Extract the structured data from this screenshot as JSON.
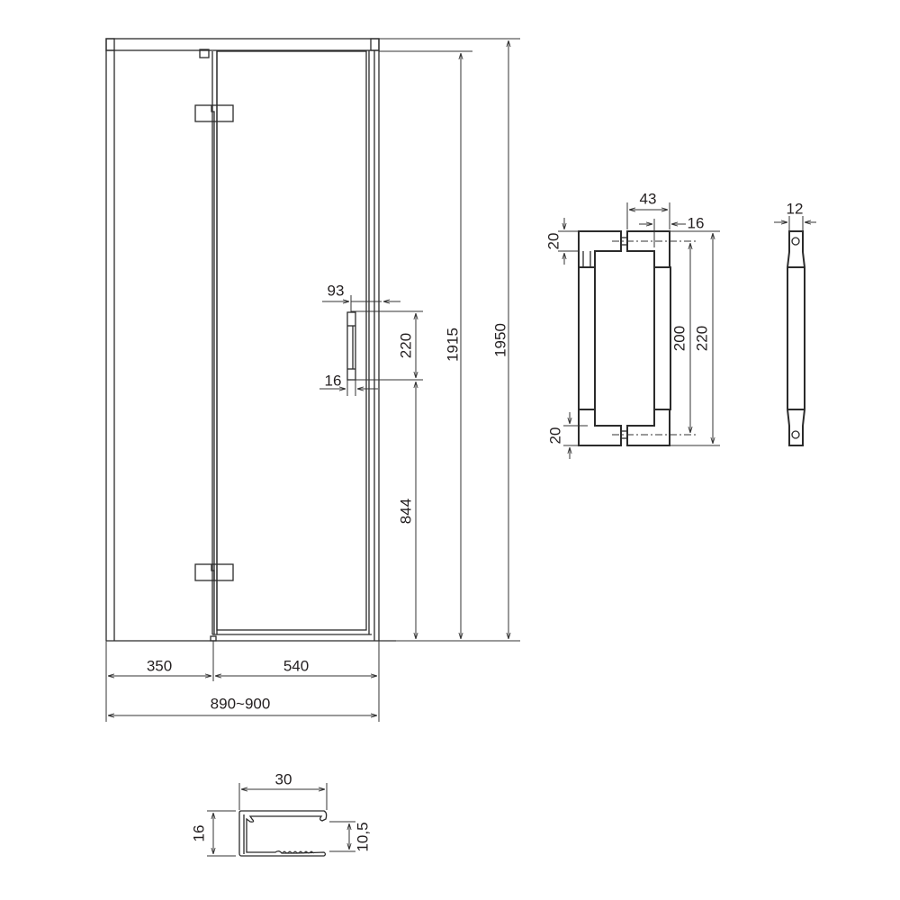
{
  "main_view": {
    "dimensions": {
      "total_height": "1950",
      "door_height": "1915",
      "handle_position": "844",
      "handle_length": "220",
      "handle_offset": "93",
      "handle_depth": "16",
      "fixed_panel_width": "350",
      "door_width": "540",
      "total_width": "890~900"
    }
  },
  "handle_detail": {
    "dimensions": {
      "width": "43",
      "bar_depth": "16",
      "top_mount": "20",
      "bottom_mount": "20",
      "center_spacing": "200",
      "total_length": "220",
      "side_width": "12"
    }
  },
  "profile_detail": {
    "dimensions": {
      "width": "30",
      "height": "16",
      "inner_height": "10,5"
    }
  }
}
